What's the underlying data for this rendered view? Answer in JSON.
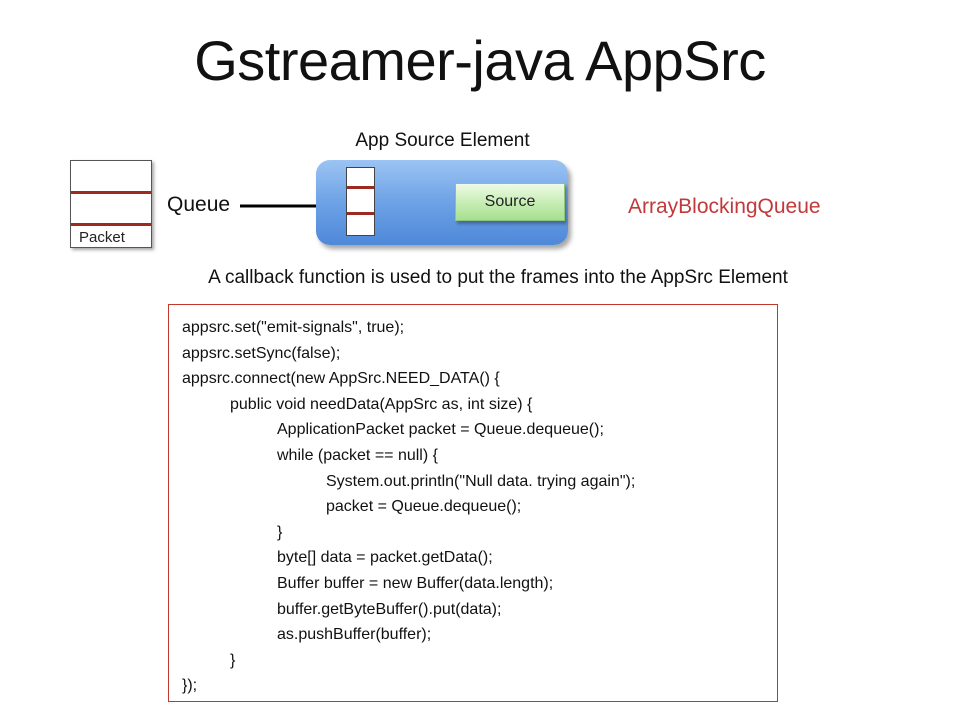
{
  "title": "Gstreamer-java AppSrc",
  "app_source_label": "App Source Element",
  "packet_label": "Packet",
  "queue_label": "Queue",
  "source_label": "Source",
  "queue_type_label": "ArrayBlockingQueue",
  "callback_text": "A callback function is used to put the frames into the AppSrc Element",
  "colors": {
    "accent_red": "#c0393b",
    "packet_divider": "#9c2a22",
    "app_box_blue": "#6da2e6",
    "source_green": "#c8eeb6"
  },
  "code": {
    "lines": [
      "appsrc.set(\"emit-signals\", true);",
      "appsrc.setSync(false);",
      "appsrc.connect(new AppSrc.NEED_DATA() {",
      "public void needData(AppSrc as, int size) {",
      "ApplicationPacket packet = Queue.dequeue();",
      "while (packet == null) {",
      "System.out.println(\"Null data. trying again\");",
      "packet = Queue.dequeue();",
      "}",
      "byte[] data = packet.getData();",
      "Buffer buffer = new Buffer(data.length);",
      "buffer.getByteBuffer().put(data);",
      "as.pushBuffer(buffer);",
      "}",
      "});"
    ]
  }
}
